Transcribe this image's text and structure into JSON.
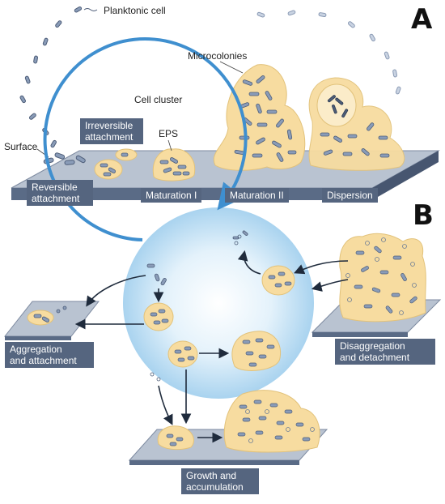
{
  "panel_a": {
    "letter": "A",
    "labels": {
      "planktonic_cell": "Planktonic cell",
      "microcolonies": "Microcolonies",
      "cell_cluster": "Cell cluster",
      "eps": "EPS",
      "surface": "Surface"
    },
    "stages": {
      "irreversible_line1": "Irreversible",
      "irreversible_line2": "attachment",
      "reversible_line1": "Reversible",
      "reversible_line2": "attachment",
      "maturation_1": "Maturation I",
      "maturation_2": "Maturation II",
      "dispersion": "Dispersion"
    }
  },
  "panel_b": {
    "letter": "B",
    "stages": {
      "aggregation_line1": "Aggregation",
      "aggregation_line2": "and attachment",
      "disaggregation_line1": "Disaggregation",
      "disaggregation_line2": "and detachment",
      "growth_line1": "Growth and",
      "growth_line2": "accumulation"
    }
  },
  "colors": {
    "eps_fill": "#f7dca0",
    "eps_stroke": "#e2c27a",
    "cell_fill": "#8a9cb8",
    "cell_stroke": "#4d5d78",
    "surface_top": "#b9c3d1",
    "surface_side": "#5a6b86",
    "label_box": "#55657f",
    "cycle_arrow": "#3f8fcf",
    "cycle_glow": "#bfe0f4"
  }
}
